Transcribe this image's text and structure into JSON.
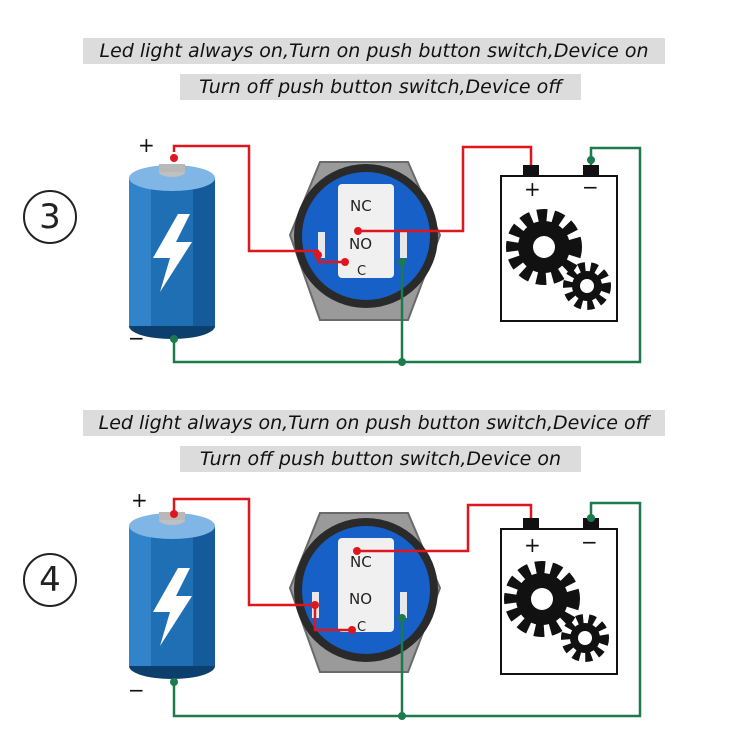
{
  "panels": [
    {
      "number": "3",
      "caption_line1": "Led light always on,Turn on push button switch,Device on",
      "caption_line2": "Turn off push button switch,Device off",
      "battery": {
        "plus": "+",
        "minus": "−"
      },
      "switch": {
        "nc": "NC",
        "no": "NO",
        "c": "C"
      },
      "device": {
        "plus": "+",
        "minus": "−"
      },
      "positive_wire_terminal": "NO"
    },
    {
      "number": "4",
      "caption_line1": "Led light always on,Turn on push button switch,Device off",
      "caption_line2": "Turn off push button switch,Device on",
      "battery": {
        "plus": "+",
        "minus": "−"
      },
      "switch": {
        "nc": "NC",
        "no": "NO",
        "c": "C"
      },
      "device": {
        "plus": "+",
        "minus": "−"
      },
      "positive_wire_terminal": "NC"
    }
  ],
  "colors": {
    "positive_wire": "#e0161e",
    "negative_wire": "#1c7a4c",
    "battery_body": "#1f6fb5",
    "switch_ring": "#1760c8",
    "caption_bg": "#dcdcdc"
  }
}
